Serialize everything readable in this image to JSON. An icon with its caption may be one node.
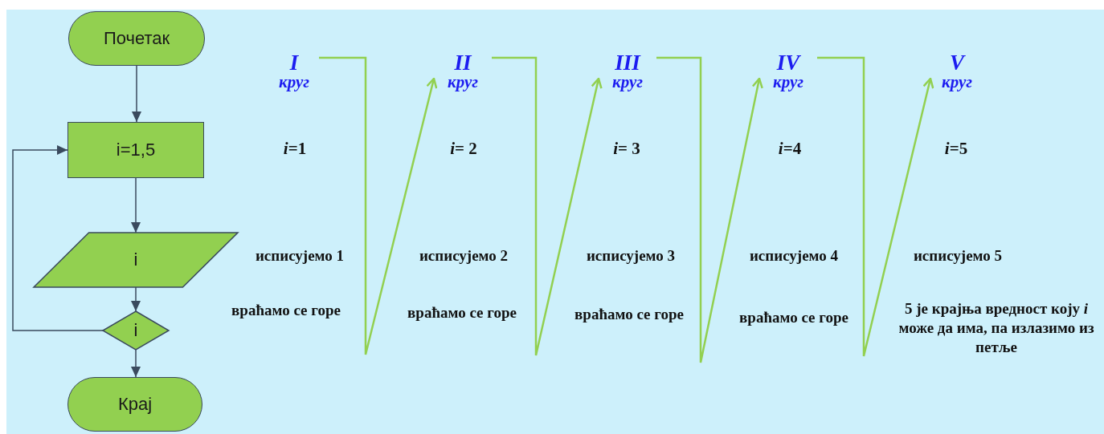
{
  "diagram": {
    "nodes": [
      {
        "text": [
          "Почетак"
        ]
      },
      {
        "text": [
          "i=1,5"
        ]
      },
      {
        "text": [
          "i"
        ]
      },
      {
        "text": [
          "i"
        ]
      },
      {
        "text": [
          "Крај"
        ]
      },
      {
        "text": [
          "I",
          "круг"
        ]
      },
      {
        "text": [
          "II",
          "круг"
        ]
      },
      {
        "text": [
          "III",
          "круг"
        ]
      },
      {
        "text": [
          "IV",
          "круг"
        ]
      },
      {
        "text": [
          "V",
          "круг"
        ]
      }
    ],
    "edges": [
      {
        "from": 0,
        "to": 1,
        "arrow": "to"
      },
      {
        "from": 1,
        "to": 2,
        "arrow": "to"
      },
      {
        "from": 2,
        "to": 3,
        "arrow": "to"
      },
      {
        "from": 3,
        "to": 4,
        "arrow": "to"
      },
      {
        "from": 3,
        "to": 1,
        "arrow": "to"
      },
      {
        "from": 5,
        "to": 6,
        "arrow": "to",
        "color": "#92d050"
      },
      {
        "from": 6,
        "to": 7,
        "arrow": "to",
        "color": "#92d050"
      },
      {
        "from": 7,
        "to": 8,
        "arrow": "to",
        "color": "#92d050"
      },
      {
        "from": 8,
        "to": 9,
        "arrow": "to",
        "color": "#92d050"
      }
    ],
    "labels": [
      "*i*=1",
      "*i*= 2",
      "*i*= 3",
      "*i*=4",
      "*i*=5",
      "исписујемо 1",
      "исписујемо 2",
      "исписујемо 3",
      "исписујемо 4",
      "исписујемо 5",
      "враћамо се горе",
      "враћамо се горе",
      "враћамо се горе",
      "враћамо се горе",
      "5 је крајња вредност коју *i* може да има, па излазимо из петље"
    ]
  }
}
